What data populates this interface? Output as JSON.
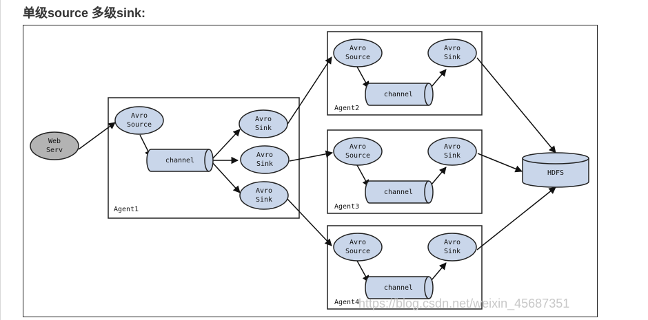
{
  "heading": "单级source 多级sink:",
  "watermark": "https://blog.csdn.net/weixin_45687351",
  "colors": {
    "node_fill": "#c9d6ea",
    "webserv_fill": "#b3b3b3",
    "stroke": "#222222",
    "background": "#ffffff"
  },
  "nodes": {
    "webserv": [
      "Web",
      "Serv"
    ],
    "agent1_source": [
      "Avro",
      "Source"
    ],
    "agent1_channel": "channel",
    "agent1_sink1": [
      "Avro",
      "Sink"
    ],
    "agent1_sink2": [
      "Avro",
      "Sink"
    ],
    "agent1_sink3": [
      "Avro",
      "Sink"
    ],
    "agent2_source": [
      "Avro",
      "Source"
    ],
    "agent2_channel": "channel",
    "agent2_sink": [
      "Avro",
      "Sink"
    ],
    "agent3_source": [
      "Avro",
      "Source"
    ],
    "agent3_channel": "channel",
    "agent3_sink": [
      "Avro",
      "Sink"
    ],
    "agent4_source": [
      "Avro",
      "Source"
    ],
    "agent4_channel": "channel",
    "agent4_sink": [
      "Avro",
      "Sink"
    ],
    "hdfs": "HDFS"
  },
  "agents": {
    "agent1": "Agent1",
    "agent2": "Agent2",
    "agent3": "Agent3",
    "agent4": "Agent4"
  }
}
